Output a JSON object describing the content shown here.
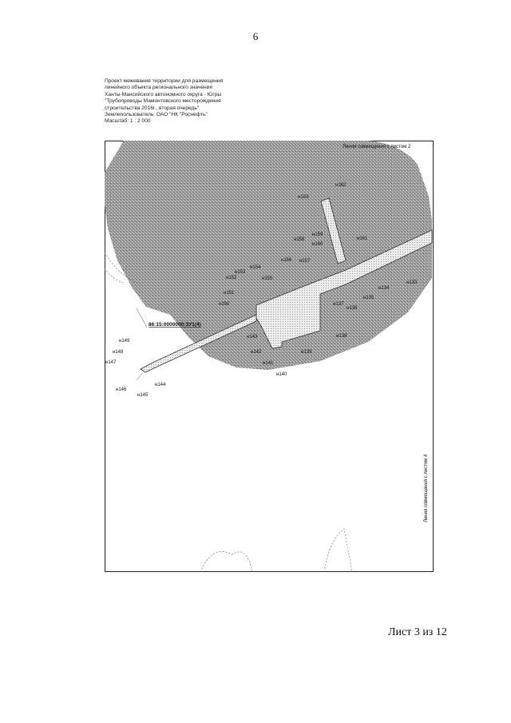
{
  "page_number": "6",
  "title_lines": [
    "Проект межевания территории для размещения",
    "линейного объекта регионального значения",
    "Ханты-Мансийского автономного округа - Югры",
    "\"Трубопроводы Мамонтовского месторождения",
    "строительства 2016г., вторая очередь\"",
    "Землепользователь: ОАО \"НК \"Роснефть\"",
    "Масштаб: 1 : 2 000"
  ],
  "map": {
    "match_line_top": "Линия совмещения с листом 2",
    "match_line_right": "Линия совмещения с листом 4",
    "parcel_label": "86:15:0000000:ЗУ1(4)",
    "points": [
      {
        "name": "н162"
      },
      {
        "name": "н161"
      },
      {
        "name": "н160"
      },
      {
        "name": "н159"
      },
      {
        "name": "н158"
      },
      {
        "name": "н157"
      },
      {
        "name": "н156"
      },
      {
        "name": "н155"
      },
      {
        "name": "н154"
      },
      {
        "name": "н153"
      },
      {
        "name": "н152"
      },
      {
        "name": "н151"
      },
      {
        "name": "н150"
      },
      {
        "name": "н149"
      },
      {
        "name": "н148"
      },
      {
        "name": "н147"
      },
      {
        "name": "н146"
      },
      {
        "name": "н145"
      },
      {
        "name": "н144"
      },
      {
        "name": "н143"
      },
      {
        "name": "н142"
      },
      {
        "name": "н141"
      },
      {
        "name": "н140"
      },
      {
        "name": "н139"
      },
      {
        "name": "н138"
      },
      {
        "name": "н137"
      },
      {
        "name": "н136"
      },
      {
        "name": "н135"
      },
      {
        "name": "н134"
      },
      {
        "name": "н133"
      },
      {
        "name": "н163"
      }
    ]
  },
  "sheet_label": "Лист 3 из 12"
}
